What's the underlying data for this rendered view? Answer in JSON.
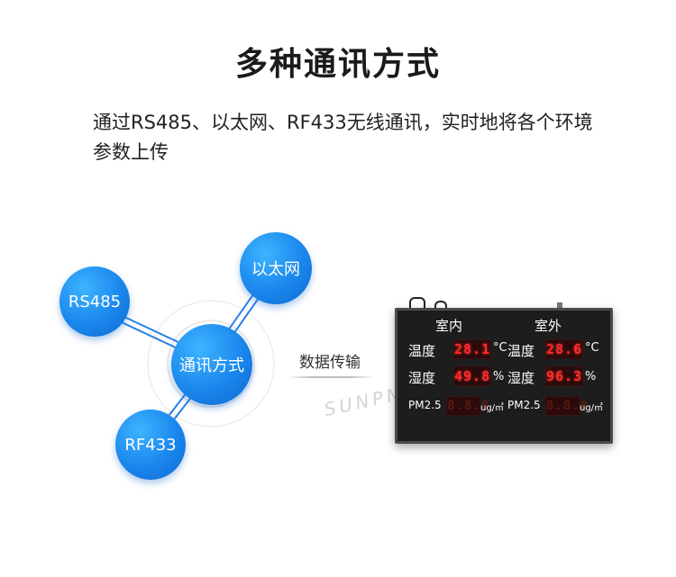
{
  "title": "多种通讯方式",
  "description": "通过RS485、以太网、RF433无线通讯，实时地将各个环境参数上传",
  "nodes": {
    "center": "通讯方式",
    "rs485": "RS485",
    "ethernet": "以太网",
    "rf433": "RF433"
  },
  "transfer_label": "数据传输",
  "watermark": "SUNPN 讯鹏",
  "board": {
    "indoor_header": "室内",
    "outdoor_header": "室外",
    "temp_label": "温度",
    "humidity_label": "湿度",
    "pm_label": "PM2.5",
    "indoor_temp": "28.1",
    "outdoor_temp": "28.6",
    "indoor_humidity": "49.8",
    "outdoor_humidity": "96.3",
    "indoor_pm": "8.8.8",
    "outdoor_pm": "8.8.8",
    "temp_unit": "°C",
    "humidity_unit": "%",
    "pm_unit": "ug/㎥"
  },
  "colors": {
    "node_blue": "#1a86ec",
    "led_red": "#ff2a2a",
    "board_bg": "#1d1d1d"
  }
}
